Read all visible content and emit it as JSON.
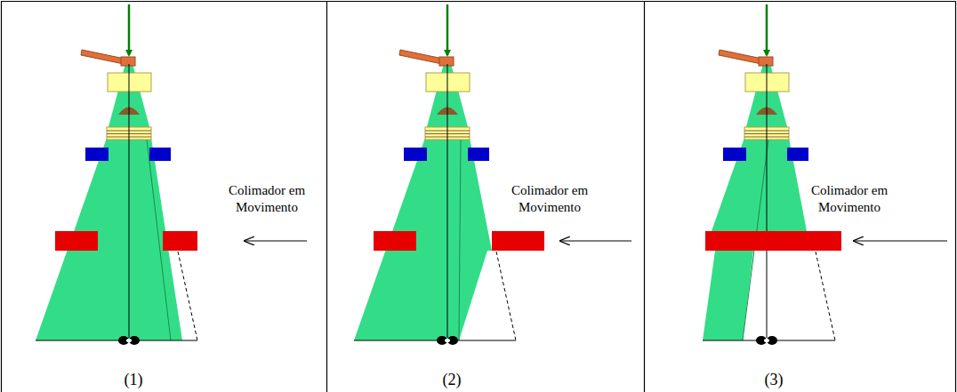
{
  "diagram": {
    "labels": [
      "Colimador em Movimento",
      "Colimador em Movimento",
      "Colimador em Movimento",
      "(1)",
      "(2)",
      "(3)"
    ]
  }
}
